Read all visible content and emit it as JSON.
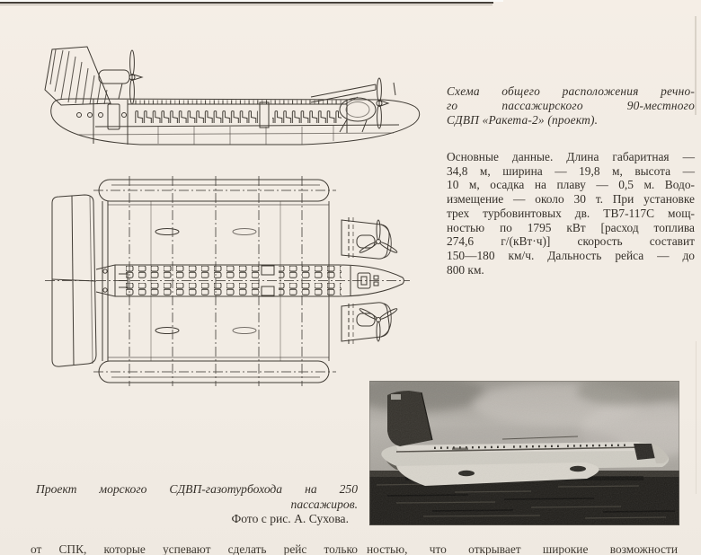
{
  "colors": {
    "paper": "#f2ece4",
    "ink": "#35302a",
    "drawing_line": "#403b34",
    "scan_edge": "#443f38",
    "photo_sea": "#1f1d19",
    "photo_sky": "#b0aca4"
  },
  "right_column": {
    "figure_caption": {
      "lines": [
        "Схема общего расположения речно-",
        "го пассажирского 90-местного",
        "СДВП «Ракета-2» (проект)."
      ]
    },
    "specs": {
      "lines": [
        "Основные данные. Длина габаритная —",
        "34,8 м, ширина — 19,8 м, высота —",
        "10 м, осадка на плаву — 0,5 м. Водо-",
        "измещение — около 30 т. При установке",
        "трех турбовинтовых дв. ТВ7-117С мощ-",
        "ностью по 1795 кВт [расход топлива",
        "274,6 г/(кВт·ч)] скорость составит",
        "150—180 км/ч. Дальность рейса — до",
        "800 км."
      ]
    }
  },
  "photo_caption": {
    "lines": [
      "Проект морского СДВП-газотурбохода на 250",
      "пассажиров.",
      "Фото с рис. А. Сухова."
    ]
  },
  "bottom_text": {
    "left_column": "от СПК, которые успевают сделать рейс только",
    "right_column": "ностью, что открывает широкие возможности"
  }
}
